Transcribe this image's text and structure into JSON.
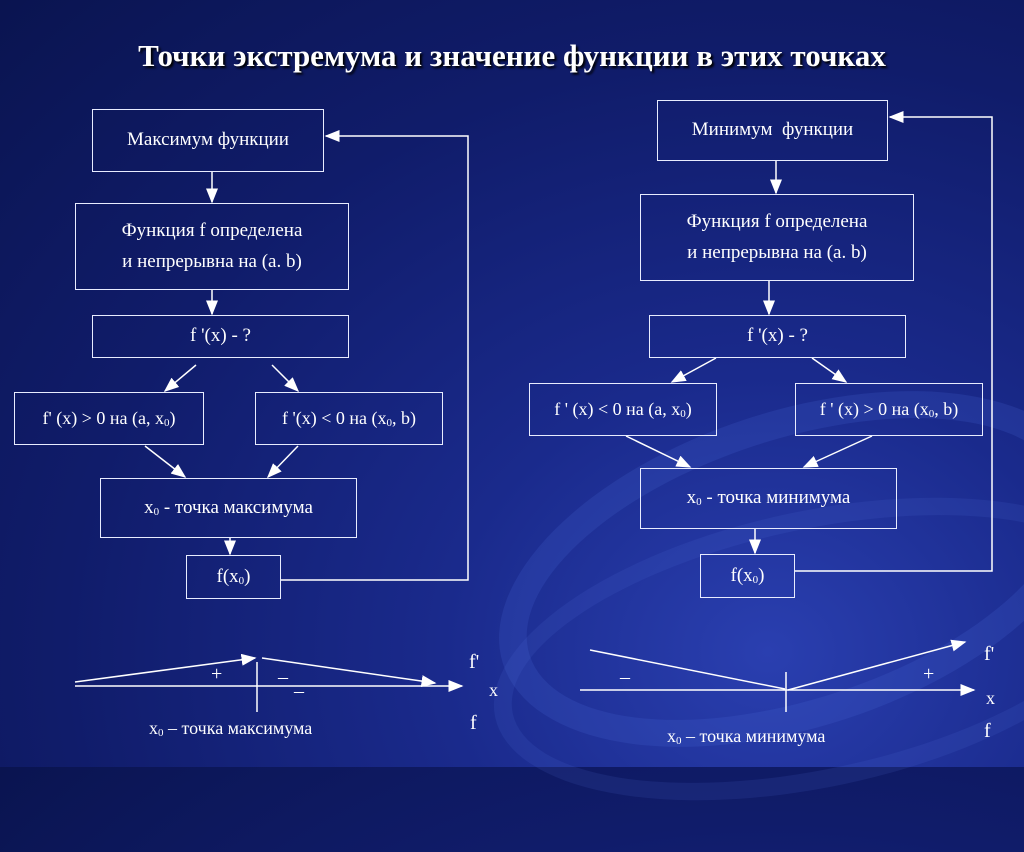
{
  "title": "Точки экстремума и значение функции в этих точках",
  "left": {
    "head": "Максимум функции",
    "cond_line1": "Функция f  определена",
    "cond_line2": "и непрерывна на (a. b)",
    "deriv_f": "f",
    "deriv_rest": "(x) - ?",
    "branch1_pre": "f",
    "branch1_mid": " (x) > 0 на (a, x",
    "branch1_end": ")",
    "branch2_pre": "f",
    "branch2_mid": "(x) < 0 на (x",
    "branch2_end": ", b)",
    "point_pre": "x",
    "point_text": " - точка максимума",
    "value_pre": "f(x",
    "value_end": ")",
    "sub0": "0",
    "sign_plus": "+",
    "sign_minus": "–",
    "sign_minus2": "–",
    "axis_fprime": "f",
    "axis_x": "x",
    "axis_f": "f",
    "caption_pre": "x",
    "caption_text": " – точка максимума"
  },
  "right": {
    "head": "Минимум  функции",
    "cond_line1": "Функция f  определена",
    "cond_line2": "и непрерывна на (a. b)",
    "deriv_f": "f",
    "deriv_rest": "(x) - ?",
    "branch1_pre": "f",
    "branch1_mid": " (x) < 0 на (a, x",
    "branch1_end": ")",
    "branch2_pre": "f",
    "branch2_mid": " (x) > 0 на (x",
    "branch2_end": ", b)",
    "point_pre": "x",
    "point_text": " - точка минимума",
    "value_pre": "f(x",
    "value_end": ")",
    "sub0": "0",
    "sign_minus": "–",
    "sign_plus": "+",
    "axis_fprime": "f",
    "axis_x": "x",
    "axis_f": "f",
    "caption_pre": "x",
    "caption_text": " – точка минимума"
  },
  "prime": "'",
  "colors": {
    "background": "#101c6a",
    "stroke": "#e8ecff",
    "text": "#ffffff"
  }
}
